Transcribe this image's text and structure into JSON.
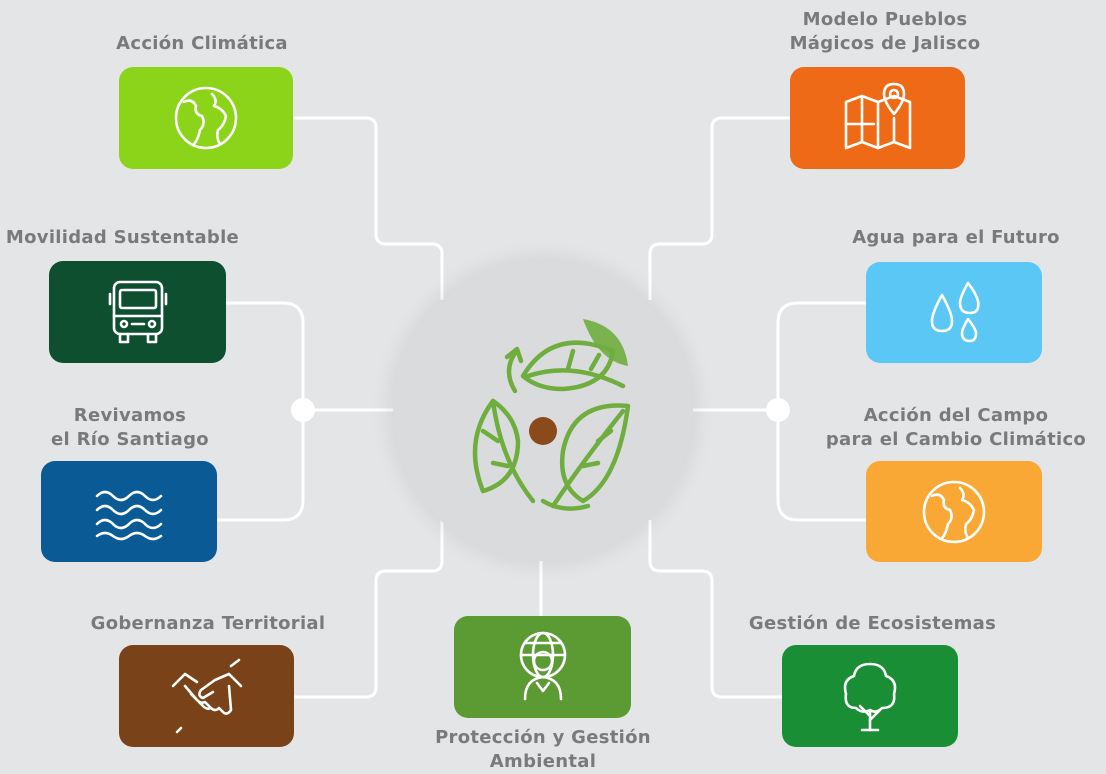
{
  "items": [
    {
      "lines": [
        "Acción Climática"
      ],
      "color": "#8cd41a",
      "icon": "globe-icon"
    },
    {
      "lines": [
        "Movilidad Sustentable"
      ],
      "color": "#0e4f30",
      "icon": "bus-icon"
    },
    {
      "lines": [
        "Revivamos",
        "el Río Santiago"
      ],
      "color": "#0a5a96",
      "icon": "waves-icon"
    },
    {
      "lines": [
        "Gobernanza Territorial"
      ],
      "color": "#7a4218",
      "icon": "handshake-icon"
    },
    {
      "lines": [
        "Protección y Gestión",
        "Ambiental"
      ],
      "color": "#5c9a34",
      "icon": "person-globe-icon"
    },
    {
      "lines": [
        "Gestión de Ecosistemas"
      ],
      "color": "#1a8e35",
      "icon": "tree-icon"
    },
    {
      "lines": [
        "Acción del Campo",
        "para el Cambio Climático"
      ],
      "color": "#f9a835",
      "icon": "globe-icon"
    },
    {
      "lines": [
        "Agua para el Futuro"
      ],
      "color": "#5ac7f5",
      "icon": "water-drops-icon"
    },
    {
      "lines": [
        "Modelo Pueblos",
        "Mágicos de Jalisco"
      ],
      "color": "#ef6a16",
      "icon": "map-pin-icon"
    }
  ],
  "center": {
    "icon": "recycle-leaves-icon",
    "leaf_color": "#6fae3e",
    "dot_color": "#8b4a1c"
  },
  "line_color": "#ffffff",
  "background": "#e4e5e6"
}
